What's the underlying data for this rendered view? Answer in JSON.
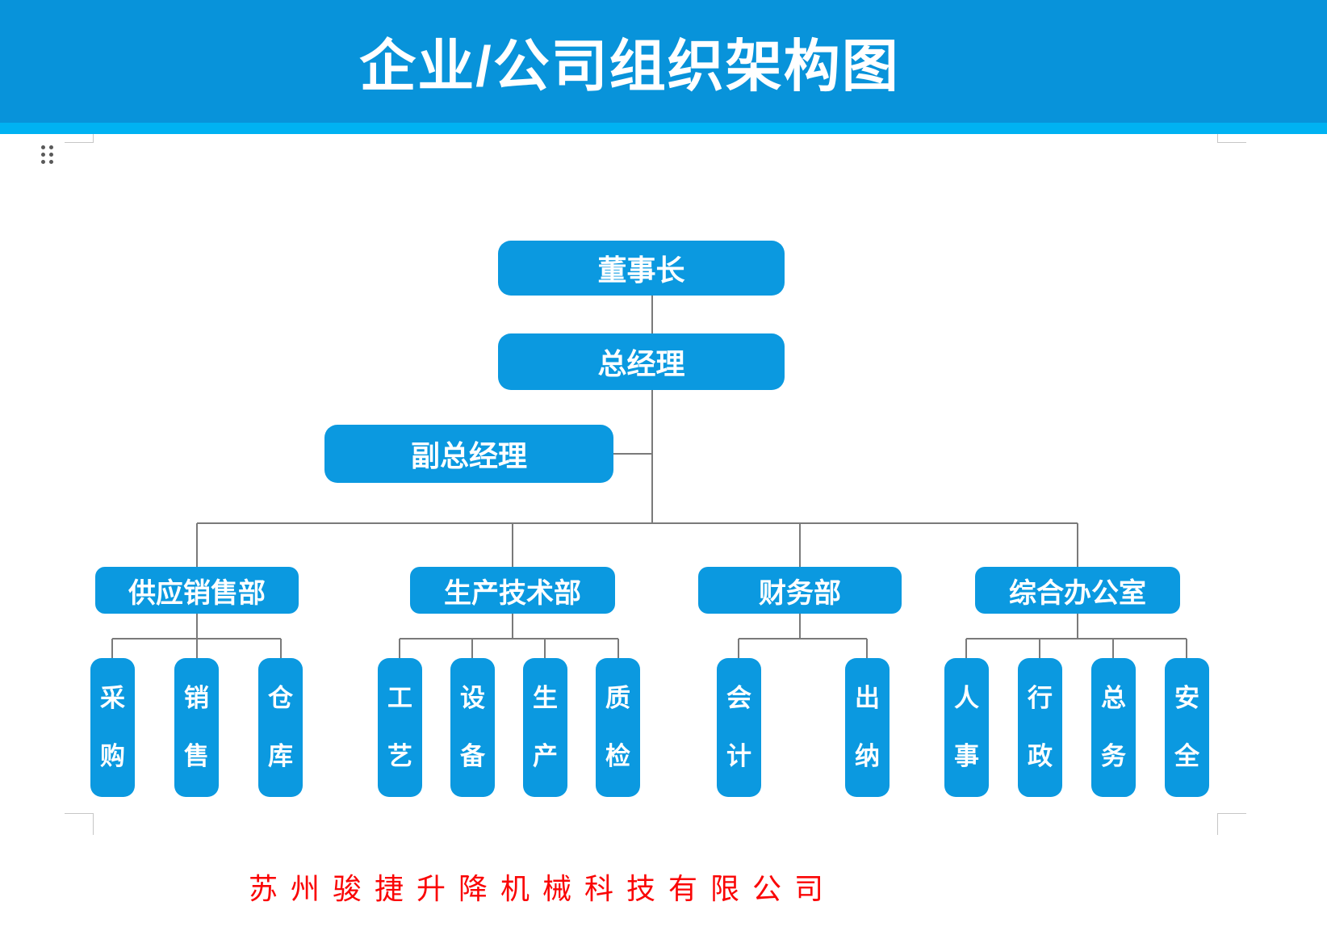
{
  "page": {
    "title": "企业/公司组织架构图",
    "company_name": "苏  州 骏 捷 升 降 机 械 科 技 有 限 公 司"
  },
  "colors": {
    "banner_blue": "#0893DA",
    "banner_strip_blue": "#00B2F2",
    "node_blue": "#0B99E0",
    "node_text": "#FFFFFF",
    "connector_gray": "#7A7A7A",
    "company_red": "#FA0505",
    "corner_mark_gray": "#C6C6C6"
  },
  "chart": {
    "type": "org-chart",
    "chairman": "董事长",
    "general_manager": "总经理",
    "deputy_general_manager": "副总经理",
    "departments": [
      {
        "label": "供应销售部",
        "children": [
          "采\n购",
          "销\n售",
          "仓\n库"
        ]
      },
      {
        "label": "生产技术部",
        "children": [
          "工\n艺",
          "设\n备",
          "生\n产",
          "质\n检"
        ]
      },
      {
        "label": "财务部",
        "children": [
          "会\n计",
          "出\n纳"
        ]
      },
      {
        "label": "综合办公室",
        "children": [
          "人\n事",
          "行\n政",
          "总\n务",
          "安\n全"
        ]
      }
    ]
  }
}
